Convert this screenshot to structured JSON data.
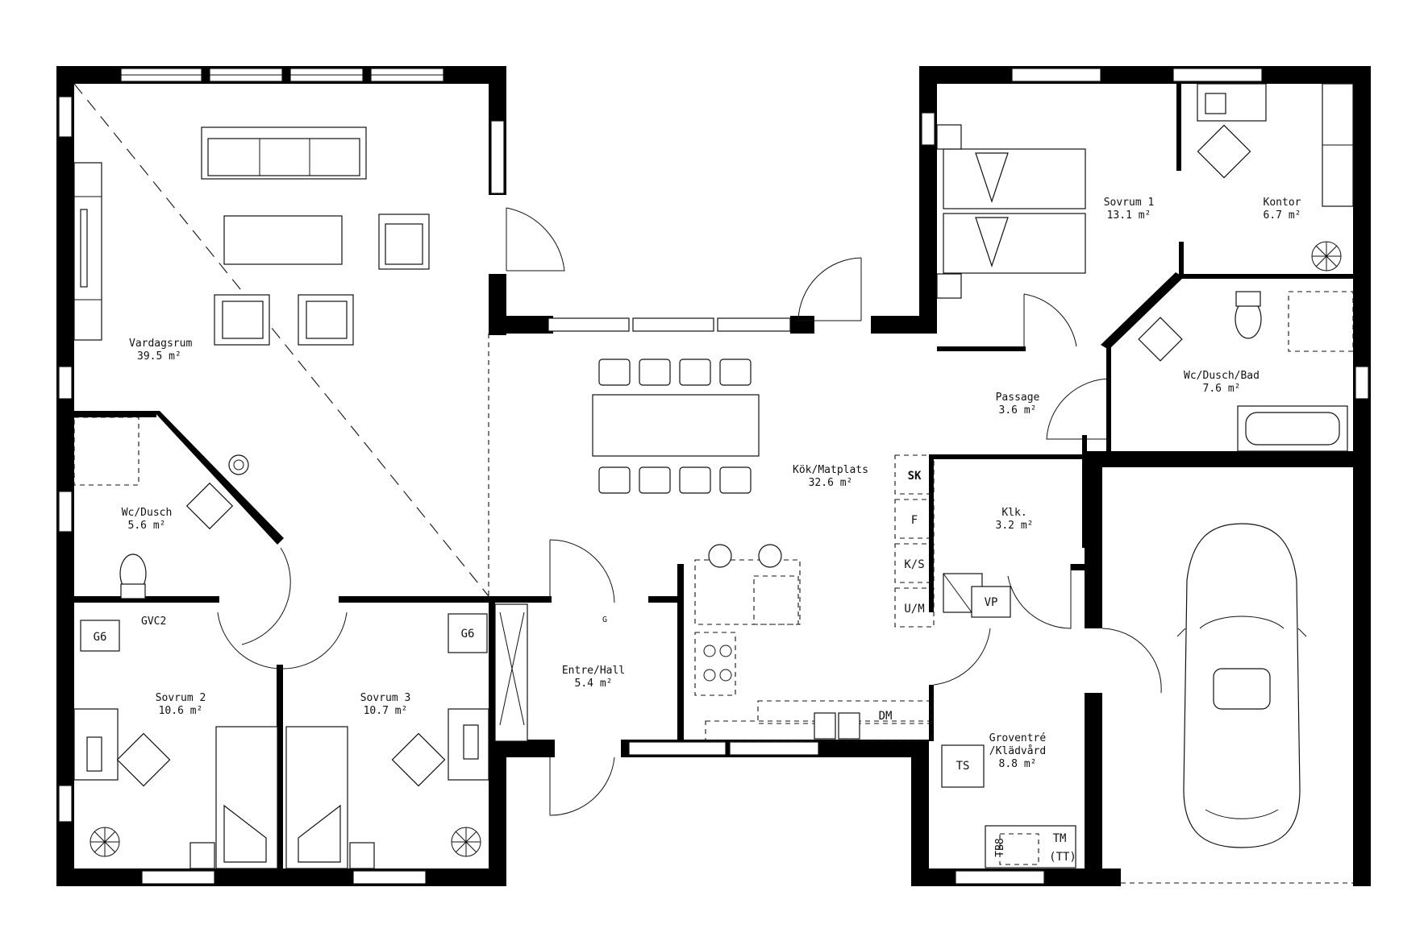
{
  "rooms": [
    {
      "id": "vardagsrum",
      "name": "Vardagsrum",
      "area": "39.5 m²"
    },
    {
      "id": "kok",
      "name": "Kök/Matplats",
      "area": "32.6 m²"
    },
    {
      "id": "sovrum1",
      "name": "Sovrum 1",
      "area": "13.1 m²"
    },
    {
      "id": "kontor",
      "name": "Kontor",
      "area": "6.7 m²"
    },
    {
      "id": "passage",
      "name": "Passage",
      "area": "3.6 m²"
    },
    {
      "id": "wcdb",
      "name": "Wc/Dusch/Bad",
      "area": "7.6 m²"
    },
    {
      "id": "wcd",
      "name": "Wc/Dusch",
      "area": "5.6 m²"
    },
    {
      "id": "klk",
      "name": "Klk.",
      "area": "3.2 m²"
    },
    {
      "id": "entre",
      "name": "Entre/Hall",
      "area": "5.4 m²"
    },
    {
      "id": "sovrum2",
      "name": "Sovrum 2",
      "area": "10.6 m²"
    },
    {
      "id": "sovrum3",
      "name": "Sovrum 3",
      "area": "10.7 m²"
    },
    {
      "id": "groventre",
      "name": "Groventré",
      "name2": "/Klädvård",
      "area": "8.8 m²"
    }
  ],
  "tags": {
    "sk": "SK",
    "f": "F",
    "ks": "K/S",
    "um": "U/M",
    "vp": "VP",
    "g6a": "G6",
    "g6b": "G6",
    "gvc2": "GVC2",
    "g": "G",
    "dm": "DM",
    "ts": "TS",
    "tb8": "TB8",
    "tm": "TM",
    "tt": "(TT)"
  }
}
